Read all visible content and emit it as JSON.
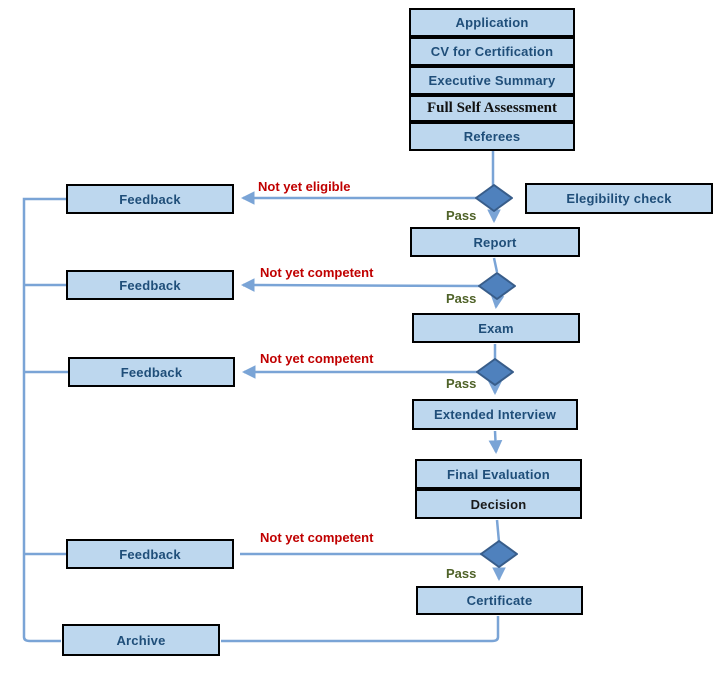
{
  "nodes": {
    "application": "Application",
    "cv_for_certification": "CV for Certification",
    "executive_summary": "Executive Summary",
    "full_self_assessment": "Full Self Assessment",
    "referees": "Referees",
    "eligibility_check": "Elegibility check",
    "report": "Report",
    "exam": "Exam",
    "extended_interview": "Extended Interview",
    "final_evaluation": "Final Evaluation",
    "decision": "Decision",
    "certificate": "Certificate",
    "archive": "Archive",
    "feedback": "Feedback"
  },
  "edge_labels": {
    "pass": "Pass",
    "not_yet_eligible": "Not yet eligible",
    "not_yet_competent": "Not yet competent"
  },
  "colors": {
    "box_fill": "#bdd7ee",
    "box_border": "#000000",
    "box_text": "#1f4e79",
    "diamond_fill": "#4f81bd",
    "diamond_stroke": "#385d8a",
    "connector": "#7aa4d6",
    "pass_text": "#4f6228",
    "fail_text": "#c00000"
  }
}
